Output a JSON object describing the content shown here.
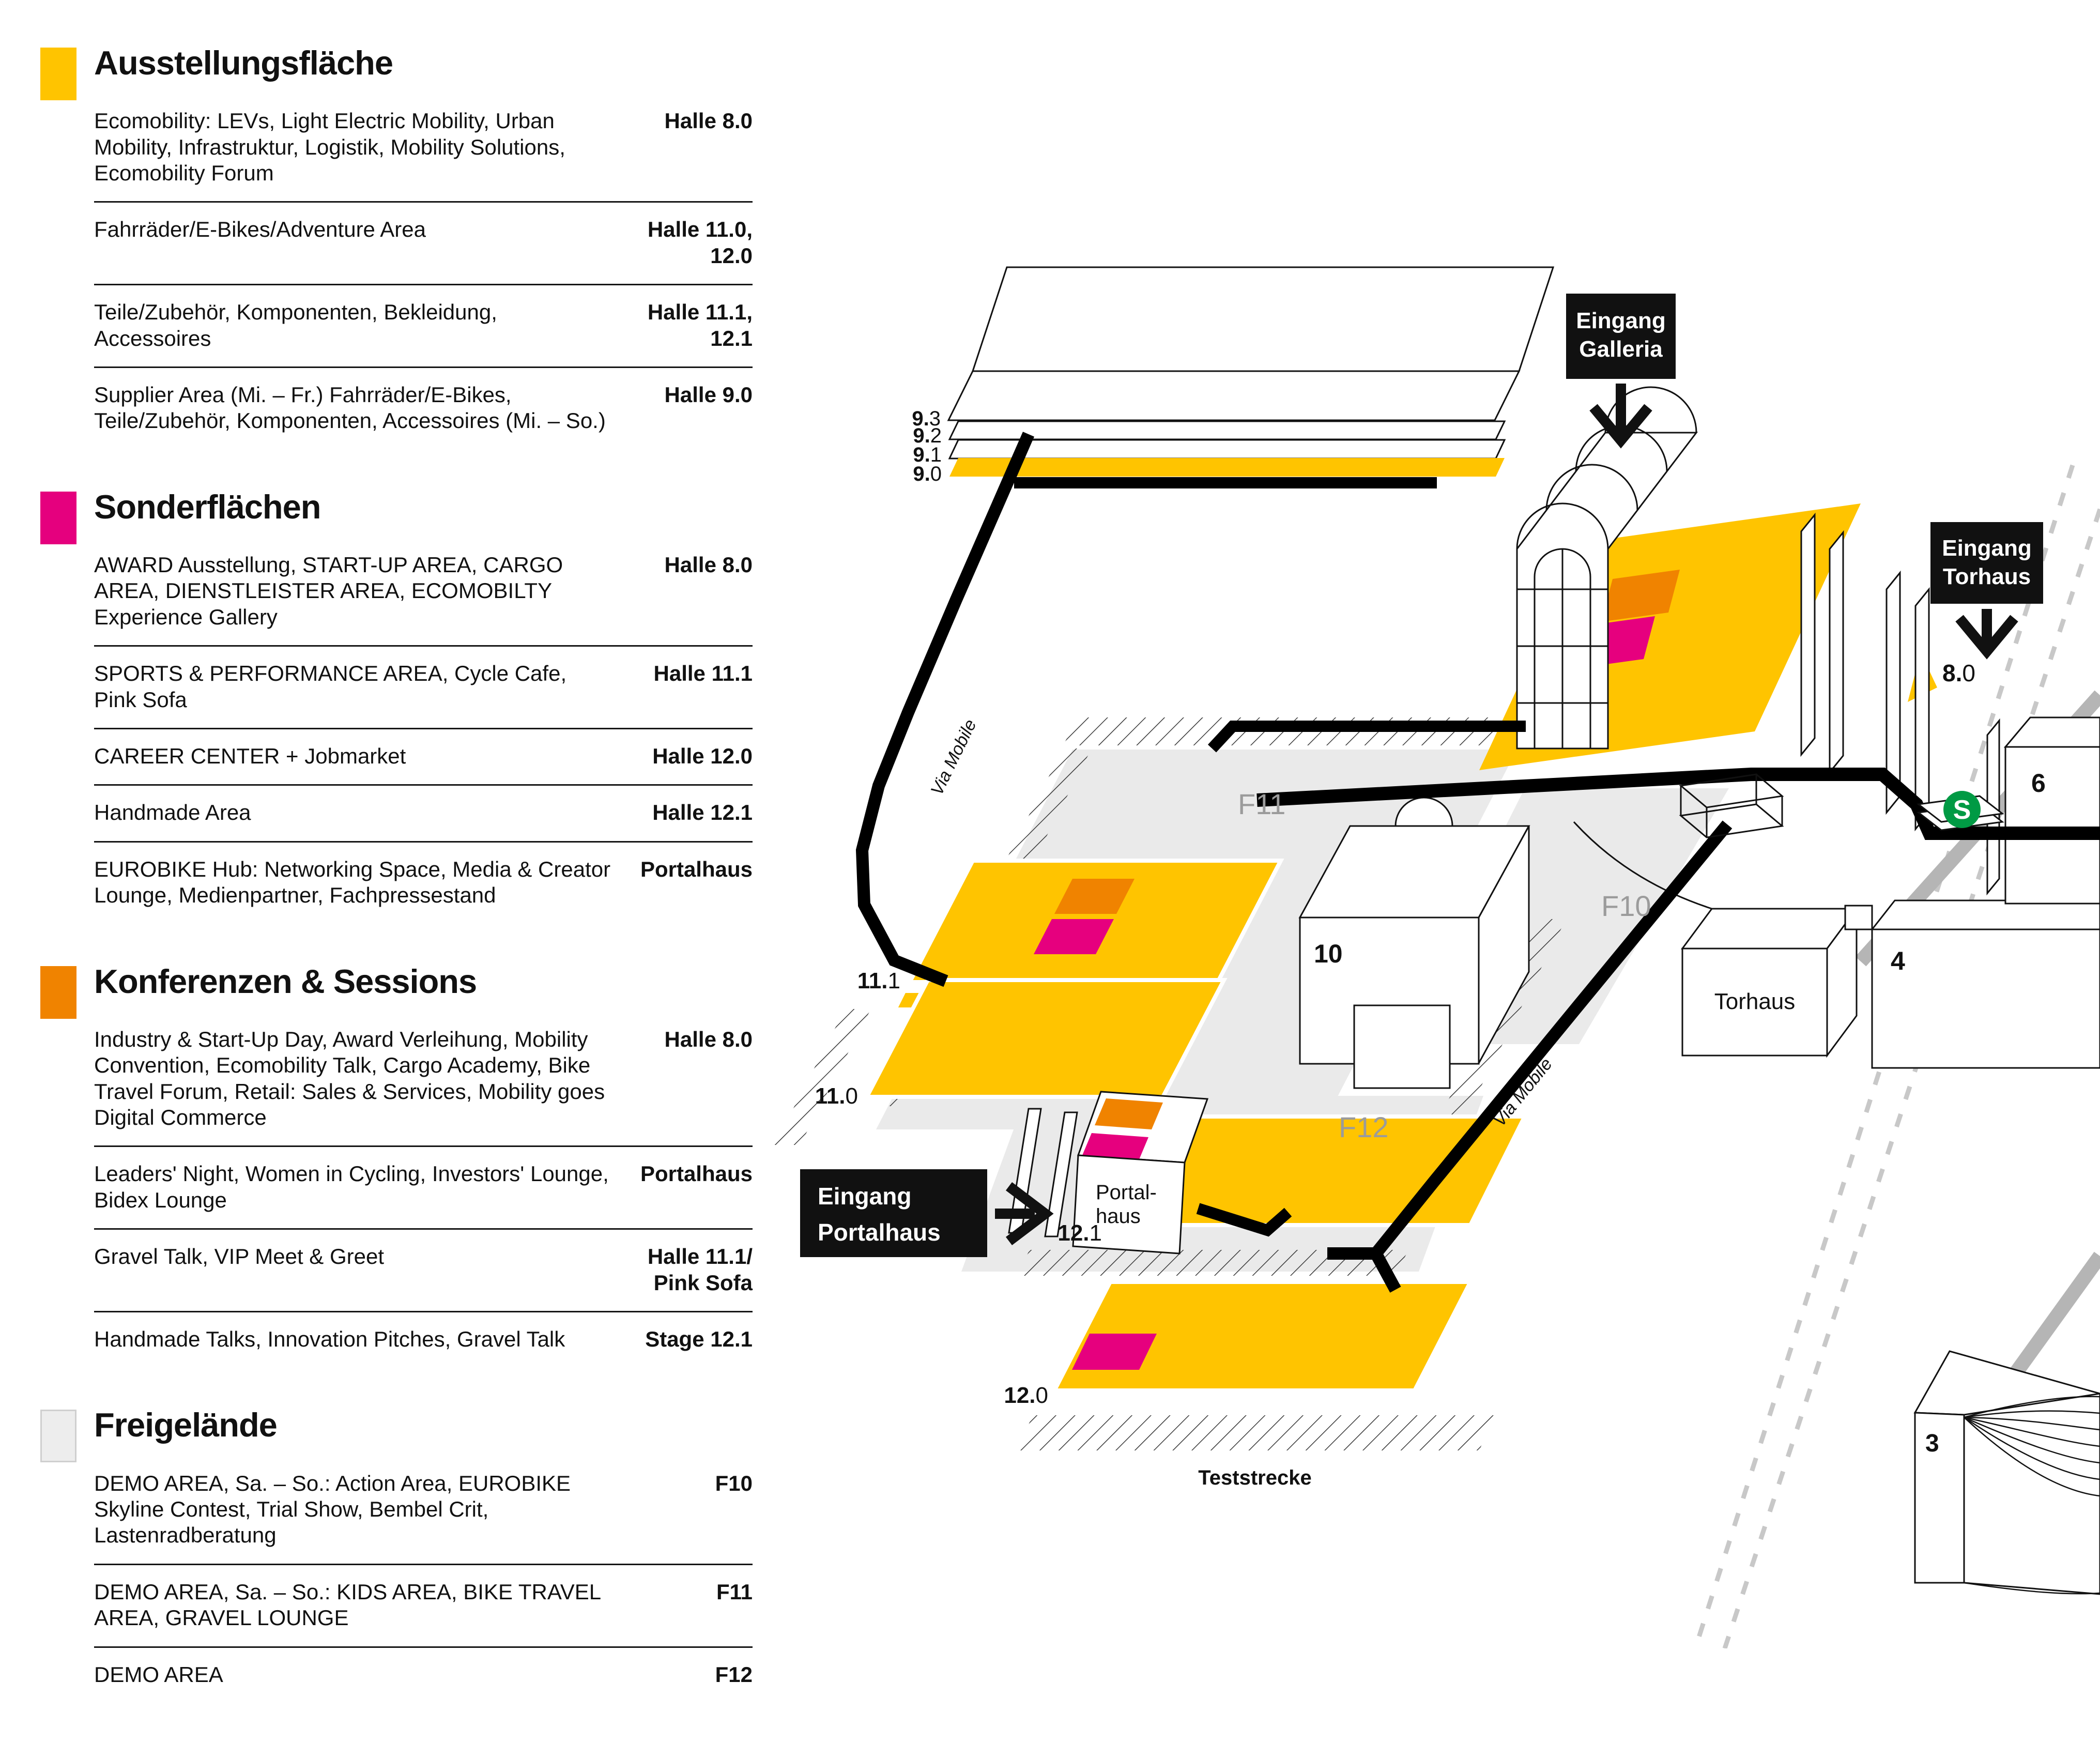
{
  "legend": {
    "sections": [
      {
        "id": "ausstellungsflaeche",
        "swatch": "#FFC400",
        "title": "Ausstellungsfläche",
        "entries": [
          {
            "text": "Ecomobility: LEVs, Light Electric Mobility, Urban Mobility, Infrastruktur, Logistik, Mobility Solutions, Ecomobility Forum",
            "hall": "Halle 8.0"
          },
          {
            "text": "Fahrräder/E-Bikes/Adventure Area",
            "hall": "Halle 11.0, 12.0"
          },
          {
            "text": "Teile/Zubehör, Komponenten, Bekleidung, Accessoires",
            "hall": "Halle 11.1, 12.1"
          },
          {
            "text": "Supplier Area (Mi. – Fr.) Fahrräder/E-Bikes, Teile/Zubehör, Komponenten, Accessoires (Mi. – So.)",
            "hall": "Halle 9.0"
          }
        ]
      },
      {
        "id": "sonderflaechen",
        "swatch": "#E5007E",
        "title": "Sonderflächen",
        "entries": [
          {
            "text": "AWARD Ausstellung, START-UP AREA, CARGO AREA, DIENSTLEISTER AREA, ECOMOBILTY Experience Gallery",
            "hall": "Halle 8.0"
          },
          {
            "text": "SPORTS & PERFORMANCE AREA, Cycle Cafe, Pink Sofa",
            "hall": "Halle 11.1"
          },
          {
            "text": "CAREER CENTER + Jobmarket",
            "hall": "Halle 12.0"
          },
          {
            "text": "Handmade Area",
            "hall": "Halle 12.1"
          },
          {
            "text": "EUROBIKE Hub: Networking Space, Media & Creator Lounge, Medienpartner, Fachpressestand",
            "hall": "Portalhaus"
          }
        ]
      },
      {
        "id": "konferenzen",
        "swatch": "#F08300",
        "title": "Konferenzen & Sessions",
        "entries": [
          {
            "text": "Industry & Start-Up Day, Award Verleihung, Mobility Convention, Ecomobility Talk, Cargo Academy, Bike Travel Forum, Retail: Sales & Services, Mobility goes Digital Commerce",
            "hall": "Halle 8.0"
          },
          {
            "text": "Leaders' Night, Women in Cycling, Investors' Lounge, Bidex Lounge",
            "hall": "Portalhaus"
          },
          {
            "text": "Gravel Talk, VIP Meet & Greet",
            "hall": "Halle 11.1/\nPink Sofa"
          },
          {
            "text": "Handmade Talks, Innovation Pitches, Gravel Talk",
            "hall": "Stage 12.1"
          }
        ]
      },
      {
        "id": "freigelaende",
        "swatch": "#ededed",
        "title": "Freigelände",
        "entries": [
          {
            "text": "DEMO AREA, Sa. – So.: Action Area, EUROBIKE Skyline Contest, Trial Show, Bembel Crit, Lastenradberatung",
            "hall": "F10"
          },
          {
            "text": "DEMO AREA, Sa. – So.: KIDS AREA, BIKE TRAVEL AREA, GRAVEL LOUNGE",
            "hall": "F11"
          },
          {
            "text": "DEMO AREA",
            "hall": "F12"
          }
        ]
      }
    ]
  },
  "map": {
    "hall9": [
      {
        "b": "9.",
        "l": "3"
      },
      {
        "b": "9.",
        "l": "2"
      },
      {
        "b": "9.",
        "l": "1"
      },
      {
        "b": "9.",
        "l": "0"
      }
    ],
    "hall8": {
      "b": "8.",
      "l": "0"
    },
    "hall11": [
      {
        "b": "11.",
        "l": "1"
      },
      {
        "b": "11.",
        "l": "0"
      }
    ],
    "hall12": [
      {
        "b": "12.",
        "l": "1"
      },
      {
        "b": "12.",
        "l": "0"
      }
    ],
    "f10": "F10",
    "f11": "F11",
    "f12": "F12",
    "b10": "10",
    "b4": "4",
    "b6": "6",
    "b3": "3",
    "torhaus": "Torhaus",
    "portalhaus_line1": "Portal-",
    "portalhaus_line2": "haus",
    "eingang_galleria": [
      "Eingang",
      "Galleria"
    ],
    "eingang_torhaus": [
      "Eingang",
      "Torhaus"
    ],
    "eingang_portalhaus": [
      "Eingang",
      "Portalhaus"
    ],
    "via_mobile": "Via Mobile",
    "teststrecke": "Teststrecke",
    "sbahn": "S",
    "colors": {
      "hall_yellow": "#FFC400",
      "special_pink": "#E6007E",
      "conference_orange": "#F08300",
      "free_gray": "#eaeaea",
      "path_black": "#000000",
      "rail_gray": "#c8c8c8",
      "sbahn_green": "#009A44"
    }
  }
}
